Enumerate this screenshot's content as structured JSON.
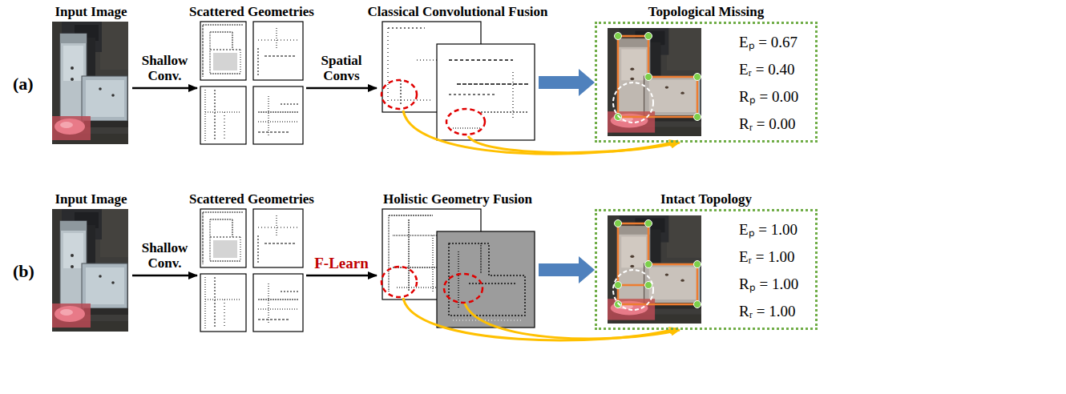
{
  "diagram": {
    "nodes": [
      {
        "text": [
          "Input Image"
        ]
      },
      {
        "text": [
          "Scattered Geometries"
        ]
      },
      {
        "text": [
          "Classical Convolutional Fusion"
        ]
      },
      {
        "text": [
          "Topological Missing",
          "Eₚ = 0.67",
          "Eᵣ = 0.40",
          "Rₚ = 0.00",
          "Rᵣ = 0.00"
        ]
      },
      {
        "text": [
          "Input Image"
        ]
      },
      {
        "text": [
          "Scattered Geometries"
        ]
      },
      {
        "text": [
          "Holistic Geometry Fusion"
        ]
      },
      {
        "text": [
          "Intact Topology",
          "Eₚ = 1.00",
          "Eᵣ = 1.00",
          "Rₚ = 1.00",
          "Rᵣ = 1.00"
        ]
      }
    ],
    "edges": [
      {
        "from": 0,
        "to": 1,
        "label": "Shallow Conv.",
        "arrow": "to"
      },
      {
        "from": 1,
        "to": 2,
        "label": "Spatial Convs",
        "arrow": "to"
      },
      {
        "from": 2,
        "to": 3,
        "arrow": "to"
      },
      {
        "from": 4,
        "to": 5,
        "label": "Shallow Conv.",
        "arrow": "to"
      },
      {
        "from": 5,
        "to": 6,
        "label": "F-Learn",
        "arrow": "to"
      },
      {
        "from": 6,
        "to": 7,
        "arrow": "to"
      }
    ],
    "labels": [
      "(a)",
      "(b)"
    ]
  }
}
